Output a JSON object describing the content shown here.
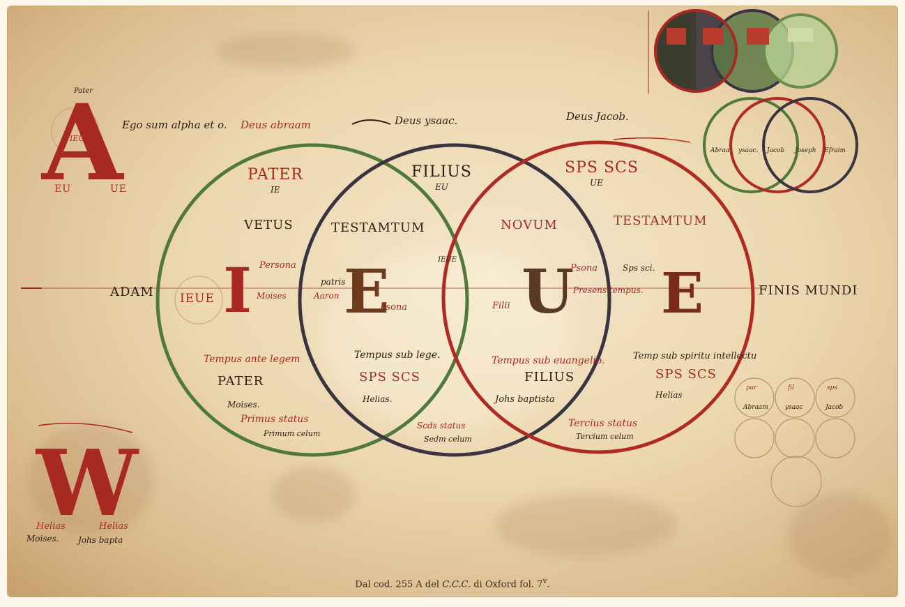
{
  "caption": {
    "prefix": "Dal cod. 255 A del",
    "ccc": "C.C.C.",
    "suffix": "di Oxford fol. 7",
    "sup": "v",
    "end": "."
  },
  "colors": {
    "green": "#4f7a3c",
    "dark": "#3a3440",
    "red": "#b02a24",
    "parchment": "#ecd7b0"
  },
  "headers": {
    "alpha": "Ego sum alpha et o.",
    "deus_abraam": "Deus abraam",
    "deus_ysaac": "Deus ysaac.",
    "deus_jacob": "Deus Jacob."
  },
  "circles": {
    "pater": "PATER",
    "filius": "FILIUS",
    "sps_scs": "SPS SCS",
    "ie": "IE",
    "eu": "EU",
    "ue": "UE",
    "vetus": "VETUS",
    "testamentum1": "TESTAMTUM",
    "novum": "NOVUM",
    "testamentum2": "TESTAMTUM",
    "ieue_left": "IEUE",
    "ieue_mid": "IEUE",
    "adam": "ADAM",
    "finis_mundi": "FINIS MUNDI",
    "tempus_ante_legem": "Tempus ante legem",
    "tempus_sub_lege": "Tempus sub lege.",
    "tempus_sub_evangelio": "Tempus sub euangelio.",
    "tempus_sub_spiritu": "Temp sub spiritu intellectu",
    "pater2": "PATER",
    "sps_scs2": "SPS SCS",
    "filius2": "FILIUS",
    "sps_scs3": "SPS SCS",
    "moises": "Moises.",
    "helias": "Helias.",
    "johs_baptista": "Johs baptista",
    "helias2": "Helias",
    "primus_status": "Primus status",
    "secundus_status": "Scds status",
    "tercius_status": "Tercius status",
    "primum_celum": "Primum celum",
    "secundum_celum": "Sedm celum",
    "tercium_celum": "Tercium celum",
    "persona1": "Persona",
    "persona2": "Psona",
    "persona3": "Psona",
    "patris": "patris",
    "aaron": "Aaron",
    "moises_inner": "Moises",
    "filii": "Filii",
    "sps_sci": "Sps sci.",
    "presens_tempus": "Presens tempus."
  },
  "initials": {
    "a": "A",
    "i": "I",
    "e1": "E",
    "u": "U",
    "e2": "E",
    "w": "W"
  },
  "corner": {
    "pater": "Pater",
    "ieue": "IEUE",
    "eu": "EU",
    "ue": "UE",
    "helias": "Helias",
    "helias2": "Helias",
    "moises": "Moises.",
    "johs": "Johs bapta"
  },
  "small_circles": {
    "abraam": "Abraa",
    "ysaac": "ysaac.",
    "jacob": "Jacob",
    "joseph": "Joseph",
    "efraim": "Efraim",
    "rows": [
      "par",
      "fil",
      "sps",
      "Abraam",
      "ysaac",
      "Jacob"
    ]
  }
}
